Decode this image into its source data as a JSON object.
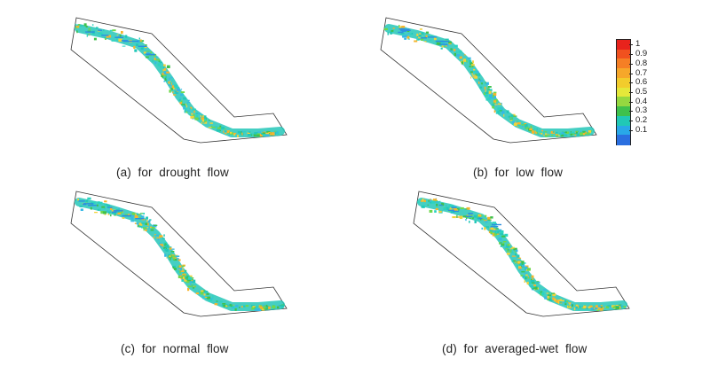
{
  "panels": [
    {
      "caption": "(a)  for  drought  flow"
    },
    {
      "caption": "(b)  for  low  flow"
    },
    {
      "caption": "(c)  for  normal  flow"
    },
    {
      "caption": "(d)  for  averaged-wet  flow"
    }
  ],
  "legend": {
    "labels": [
      "1",
      "0.9",
      "0.8",
      "0.7",
      "0.6",
      "0.5",
      "0.4",
      "0.3",
      "0.2",
      "0.1"
    ],
    "colors": [
      "#e8231c",
      "#f0511f",
      "#f57f25",
      "#f6a72a",
      "#f2cc2c",
      "#e4e83a",
      "#95d840",
      "#3fc14c",
      "#21c8b6",
      "#29a8e8",
      "#2a6fe0"
    ]
  }
}
